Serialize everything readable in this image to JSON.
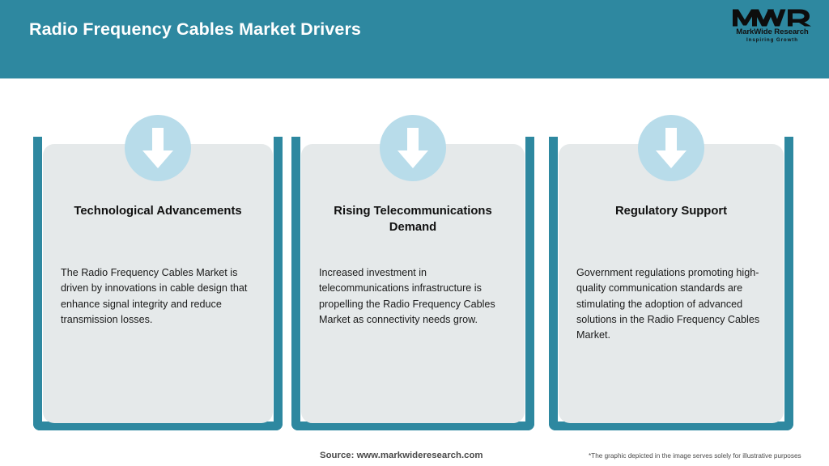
{
  "header": {
    "title": "Radio Frequency Cables Market Drivers",
    "background_color": "#2e88a0",
    "title_color": "#ffffff"
  },
  "logo": {
    "mark": "MWR",
    "name": "MarkWide Research",
    "tagline": "Inspiring Growth"
  },
  "theme": {
    "accent_teal": "#2e88a0",
    "card_background": "#e5e9ea",
    "icon_circle": "#b8dcea",
    "icon_arrow": "#ffffff",
    "page_background": "#ffffff"
  },
  "cards": [
    {
      "icon": "down-arrow-icon",
      "title": "Technological Advancements",
      "body": "The Radio Frequency Cables Market is driven by innovations in cable design that enhance signal integrity and reduce transmission losses."
    },
    {
      "icon": "down-arrow-icon",
      "title": "Rising Telecommunications Demand",
      "body": "Increased investment in telecommunications infrastructure is propelling the Radio Frequency Cables Market as connectivity needs grow."
    },
    {
      "icon": "down-arrow-icon",
      "title": "Regulatory Support",
      "body": "Government regulations promoting high-quality communication standards are stimulating the adoption of advanced solutions in the Radio Frequency Cables Market."
    }
  ],
  "footer": {
    "source": "Source: www.markwideresearch.com",
    "disclaimer": "*The graphic depicted in the image serves solely for illustrative purposes"
  }
}
